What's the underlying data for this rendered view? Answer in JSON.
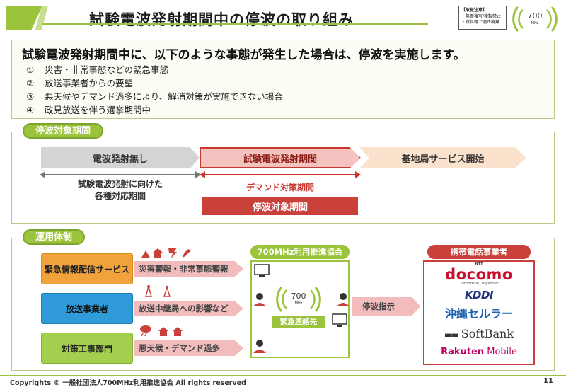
{
  "header": {
    "title": "試験電波発射期間中の停波の取り組み",
    "notice": [
      "【取扱注意】",
      "・無断複写/複製禁止",
      "・資料等で適正廃棄"
    ],
    "logo_text": "700",
    "logo_unit": "MHz"
  },
  "intro": {
    "heading": "試験電波発射期間中に、以下のような事態が発生した場合は、停波を実施します。",
    "items": [
      {
        "num": "①",
        "text": "災害・非常事態などの緊急事態"
      },
      {
        "num": "②",
        "text": "放送事業者からの要望"
      },
      {
        "num": "③",
        "text": "悪天候やデマンド過多により、解消対策が実施できない場合"
      },
      {
        "num": "④",
        "text": "政見放送を伴う選挙期間中"
      }
    ]
  },
  "period_section": {
    "label": "停波対象期間",
    "arrows": [
      "電波発射無し",
      "試験電波発射期間",
      "基地局サービス開始"
    ],
    "prep_period_line1": "試験電波発射に向けた",
    "prep_period_line2": "各種対応期間",
    "demand_period": "デマンド対策期間",
    "stop_period": "停波対象期間"
  },
  "ops_section": {
    "label": "運用体制",
    "sources": [
      "緊急情報配信サービス",
      "放送事業者",
      "対策工事部門"
    ],
    "flows": [
      "災害警報・非常事態警報",
      "放送中継局への影響など",
      "悪天候・デマンド過多"
    ],
    "association": "700MHz利用推進協会",
    "emergency_contact": "緊急連絡先",
    "stop_instruction": "停波指示",
    "carriers_label": "携帯電話事業者",
    "carriers": {
      "docomo": "docomo",
      "docomo_top": "NTT",
      "docomo_sub": "Tomorrow, Together",
      "kddi": "KDDI",
      "okinawa": "沖縄セルラー",
      "softbank": "SoftBank",
      "rakuten_a": "Rakuten",
      "rakuten_b": "Mobile"
    }
  },
  "footer": {
    "copyright": "Copyrights © 一般社団法人700MHz利用推進協会 All rights reserved",
    "page": "11"
  },
  "colors": {
    "accent_green": "#9bc43c",
    "accent_red": "#c9413a",
    "orange": "#f2a23a",
    "blue": "#2f9bd8"
  }
}
